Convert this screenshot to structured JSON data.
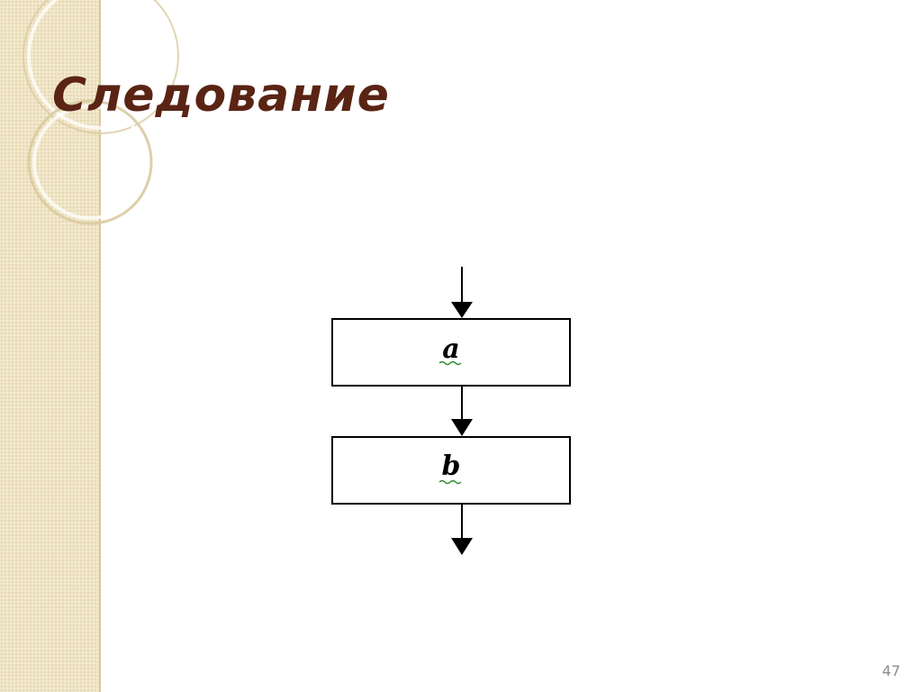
{
  "slide": {
    "title": "Следование",
    "page_number": "47"
  },
  "flowchart": {
    "blocks": [
      {
        "label": "a"
      },
      {
        "label": "b"
      }
    ]
  },
  "colors": {
    "title": "#5a2414",
    "side_band": "#efe4c3",
    "spell_underline": "#2e8b2e",
    "page_number": "#8c8c8c"
  }
}
